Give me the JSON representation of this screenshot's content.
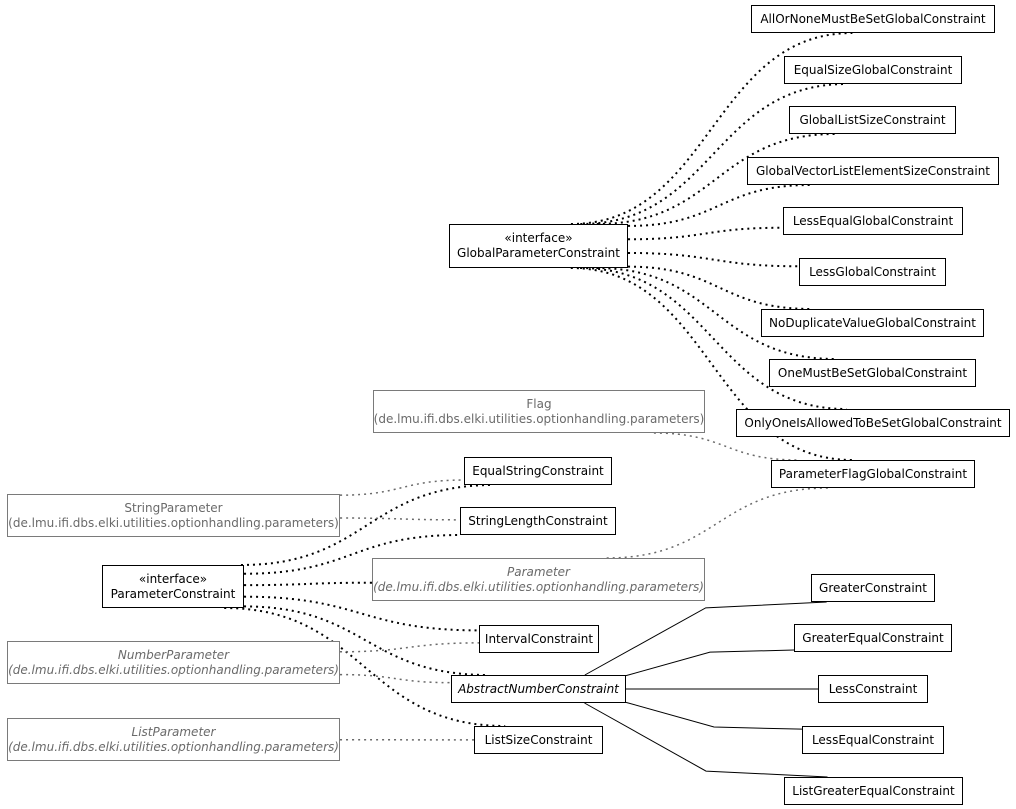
{
  "nodes": {
    "allOrNone": {
      "name": "AllOrNoneMustBeSetGlobalConstraint"
    },
    "equalSize": {
      "name": "EqualSizeGlobalConstraint"
    },
    "globalListSize": {
      "name": "GlobalListSizeConstraint"
    },
    "globalVector": {
      "name": "GlobalVectorListElementSizeConstraint"
    },
    "lessEqualGlobal": {
      "name": "LessEqualGlobalConstraint"
    },
    "lessGlobal": {
      "name": "LessGlobalConstraint"
    },
    "noDuplicate": {
      "name": "NoDuplicateValueGlobalConstraint"
    },
    "oneMust": {
      "name": "OneMustBeSetGlobalConstraint"
    },
    "onlyOne": {
      "name": "OnlyOneIsAllowedToBeSetGlobalConstraint"
    },
    "paramFlagGlobal": {
      "name": "ParameterFlagGlobalConstraint"
    },
    "globalParamConstraint": {
      "stereotype": "«interface»",
      "name": "GlobalParameterConstraint"
    },
    "flag": {
      "name": "Flag",
      "package": "(de.lmu.ifi.dbs.elki.utilities.optionhandling.parameters)"
    },
    "equalString": {
      "name": "EqualStringConstraint"
    },
    "stringLength": {
      "name": "StringLengthConstraint"
    },
    "stringParameter": {
      "name": "StringParameter",
      "package": "(de.lmu.ifi.dbs.elki.utilities.optionhandling.parameters)"
    },
    "paramConstraint": {
      "stereotype": "«interface»",
      "name": "ParameterConstraint"
    },
    "parameter": {
      "name": "Parameter",
      "package": "(de.lmu.ifi.dbs.elki.utilities.optionhandling.parameters)"
    },
    "greater": {
      "name": "GreaterConstraint"
    },
    "greaterEqual": {
      "name": "GreaterEqualConstraint"
    },
    "interval": {
      "name": "IntervalConstraint"
    },
    "numberParameter": {
      "name": "NumberParameter",
      "package": "(de.lmu.ifi.dbs.elki.utilities.optionhandling.parameters)"
    },
    "abstractNumber": {
      "name": "AbstractNumberConstraint"
    },
    "less": {
      "name": "LessConstraint"
    },
    "lessEqual": {
      "name": "LessEqualConstraint"
    },
    "listParameter": {
      "name": "ListParameter",
      "package": "(de.lmu.ifi.dbs.elki.utilities.optionhandling.parameters)"
    },
    "listSize": {
      "name": "ListSizeConstraint"
    },
    "listGreaterEqual": {
      "name": "ListGreaterEqualConstraint"
    }
  },
  "edges": [
    {
      "from": "globalParamConstraint",
      "to": "allOrNone",
      "style": "realization"
    },
    {
      "from": "globalParamConstraint",
      "to": "equalSize",
      "style": "realization"
    },
    {
      "from": "globalParamConstraint",
      "to": "globalListSize",
      "style": "realization"
    },
    {
      "from": "globalParamConstraint",
      "to": "globalVector",
      "style": "realization"
    },
    {
      "from": "globalParamConstraint",
      "to": "lessEqualGlobal",
      "style": "realization"
    },
    {
      "from": "globalParamConstraint",
      "to": "lessGlobal",
      "style": "realization"
    },
    {
      "from": "globalParamConstraint",
      "to": "noDuplicate",
      "style": "realization"
    },
    {
      "from": "globalParamConstraint",
      "to": "oneMust",
      "style": "realization"
    },
    {
      "from": "globalParamConstraint",
      "to": "onlyOne",
      "style": "realization"
    },
    {
      "from": "globalParamConstraint",
      "to": "paramFlagGlobal",
      "style": "realization"
    },
    {
      "from": "flag",
      "to": "paramFlagGlobal",
      "style": "dependency"
    },
    {
      "from": "parameter",
      "to": "paramFlagGlobal",
      "style": "dependency"
    },
    {
      "from": "paramConstraint",
      "to": "equalString",
      "style": "realization"
    },
    {
      "from": "paramConstraint",
      "to": "stringLength",
      "style": "realization"
    },
    {
      "from": "paramConstraint",
      "to": "parameter",
      "style": "realization"
    },
    {
      "from": "paramConstraint",
      "to": "interval",
      "style": "realization"
    },
    {
      "from": "paramConstraint",
      "to": "abstractNumber",
      "style": "realization"
    },
    {
      "from": "paramConstraint",
      "to": "listSize",
      "style": "realization"
    },
    {
      "from": "stringParameter",
      "to": "equalString",
      "style": "dependency"
    },
    {
      "from": "stringParameter",
      "to": "stringLength",
      "style": "dependency"
    },
    {
      "from": "numberParameter",
      "to": "interval",
      "style": "dependency"
    },
    {
      "from": "numberParameter",
      "to": "abstractNumber",
      "style": "dependency"
    },
    {
      "from": "listParameter",
      "to": "listSize",
      "style": "dependency"
    },
    {
      "from": "abstractNumber",
      "to": "greater",
      "style": "generalization"
    },
    {
      "from": "abstractNumber",
      "to": "greaterEqual",
      "style": "generalization"
    },
    {
      "from": "abstractNumber",
      "to": "less",
      "style": "generalization"
    },
    {
      "from": "abstractNumber",
      "to": "lessEqual",
      "style": "generalization"
    },
    {
      "from": "abstractNumber",
      "to": "listGreaterEqual",
      "style": "generalization"
    }
  ]
}
